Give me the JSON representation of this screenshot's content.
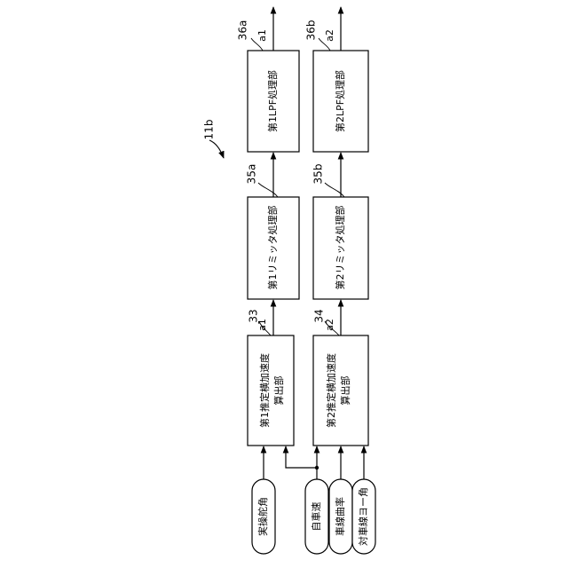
{
  "figure_ref": "11b",
  "inputs": [
    {
      "id": "steering",
      "label": "実操舵角"
    },
    {
      "id": "speed",
      "label": "自車速"
    },
    {
      "id": "curvature",
      "label": "車線曲率"
    },
    {
      "id": "yaw",
      "label": "対車線ヨー角"
    }
  ],
  "blocks": {
    "est1": {
      "ref": "33",
      "line1": "第1推定横加速度",
      "line2": "算出部",
      "output": "a1"
    },
    "est2": {
      "ref": "34",
      "line1": "第2推定横加速度",
      "line2": "算出部",
      "output": "a2"
    },
    "lim1": {
      "ref": "35a",
      "label": "第1リミッタ処理部"
    },
    "lim2": {
      "ref": "35b",
      "label": "第2リミッタ処理部"
    },
    "lpf1": {
      "ref": "36a",
      "label": "第1LPF処理部",
      "output": "a1"
    },
    "lpf2": {
      "ref": "36b",
      "label": "第2LPF処理部",
      "output": "a2"
    }
  }
}
